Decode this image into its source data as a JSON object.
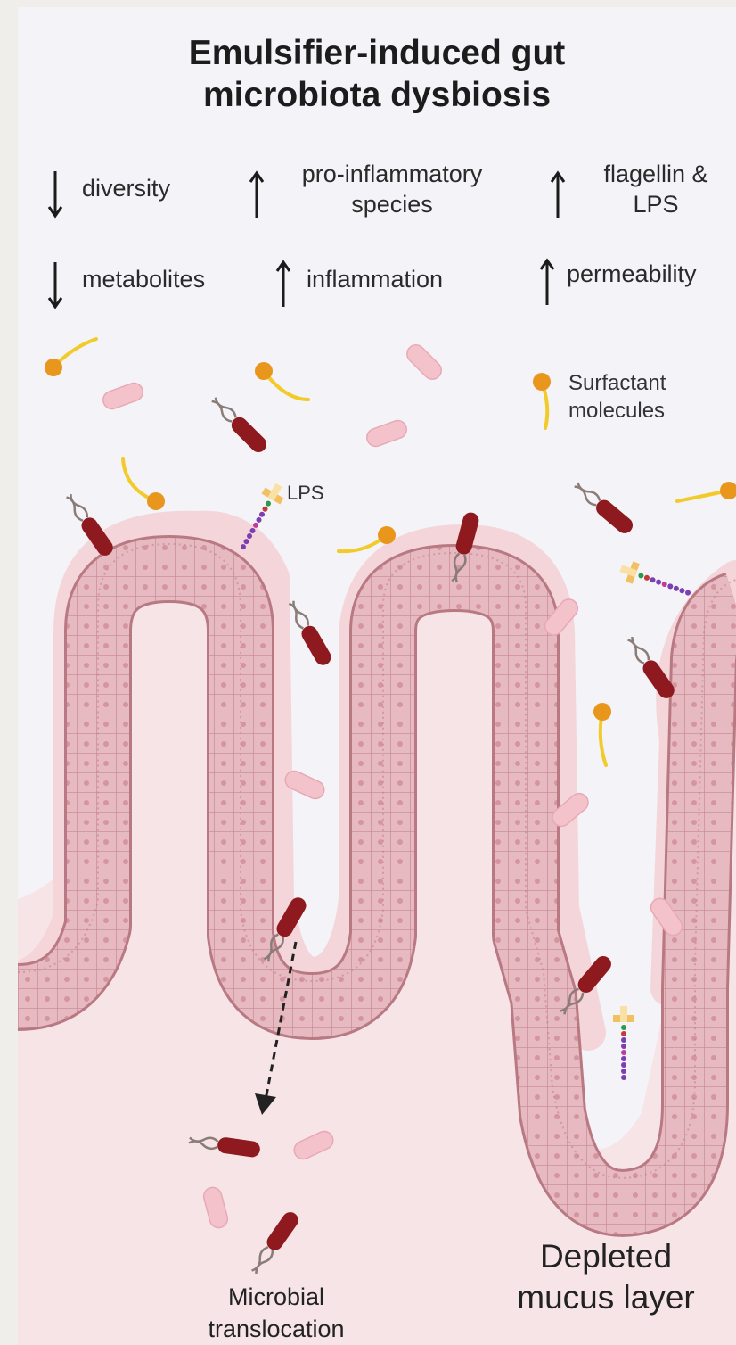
{
  "title": {
    "line1": "Emulsifier-induced gut",
    "line2": "microbiota dysbiosis"
  },
  "effects": {
    "diversity": {
      "direction": "down",
      "label": "diversity"
    },
    "pro_inflammatory": {
      "direction": "up",
      "line1": "pro-inflammatory",
      "line2": "species"
    },
    "flagellin_lps": {
      "direction": "up",
      "line1": "flagellin &",
      "line2": "LPS"
    },
    "metabolites": {
      "direction": "down",
      "label": "metabolites"
    },
    "inflammation": {
      "direction": "up",
      "label": "inflammation"
    },
    "permeability": {
      "direction": "up",
      "label": "permeability"
    }
  },
  "legend": {
    "icon": "surfactant-molecule-icon",
    "line1": "Surfactant",
    "line2": "molecules"
  },
  "lps_label": "LPS",
  "labels": {
    "translocation_line1": "Microbial",
    "translocation_line2": "translocation",
    "mucus_line1": "Depleted",
    "mucus_line2": "mucus layer"
  },
  "colors": {
    "tissue": "#f7e4e6",
    "mucus": "#f4d3d6",
    "epithelium": "#d9a0a9",
    "pathogenic_bacteria": "#8e1a1f",
    "commensal_bacteria": "#f4c2cb",
    "surfactant_head": "#e8971c",
    "surfactant_tail": "#f2cb2a"
  }
}
